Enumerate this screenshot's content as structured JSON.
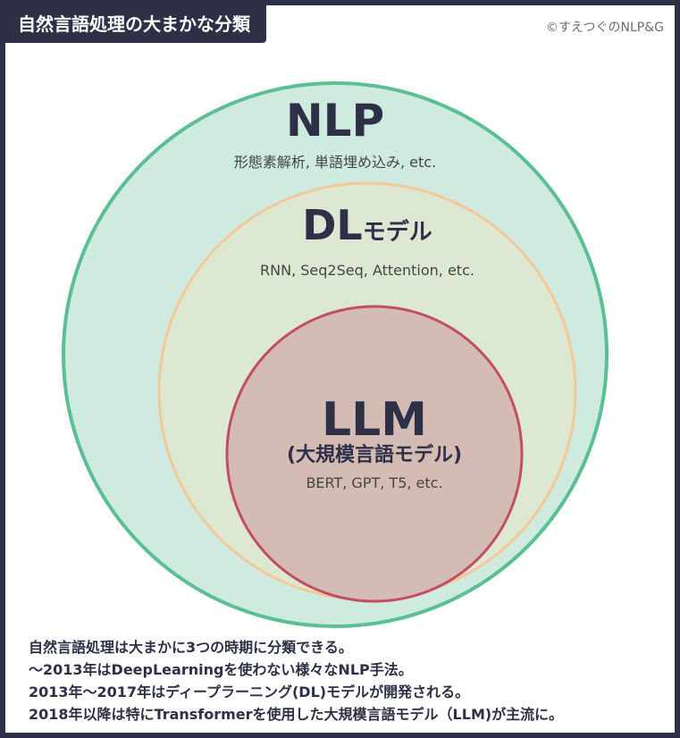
{
  "header": {
    "title": "自然言語処理の大まかな分類",
    "credit": "©すえつぐのNLP&G"
  },
  "circles": {
    "nlp": {
      "label": "NLP",
      "examples": "形態素解析, 単語埋め込み, etc.",
      "fill": "#cfeadf",
      "stroke": "#5bbf94"
    },
    "dl": {
      "label_main": "DL",
      "label_suffix": "モデル",
      "examples": "RNN, Seq2Seq, Attention, etc.",
      "fill": "#dde8d2",
      "stroke": "#f5c89a"
    },
    "llm": {
      "label": "LLM",
      "sublabel": "(大規模言語モデル)",
      "examples": "BERT, GPT, T5, etc.",
      "fill": "#d4bcb5",
      "stroke": "#c24e63"
    }
  },
  "notes": [
    "自然言語処理は大まかに3つの時期に分類できる。",
    "〜2013年はDeepLearningを使わない様々なNLP手法。",
    "2013年〜2017年はディープラーニング(DL)モデルが開発される。",
    "2018年以降は特にTransformerを使用した大規模言語モデル（LLM)が主流に。"
  ],
  "colors": {
    "navy": "#2d3047",
    "text_dark": "#2d3047",
    "text_gray": "#444444"
  }
}
